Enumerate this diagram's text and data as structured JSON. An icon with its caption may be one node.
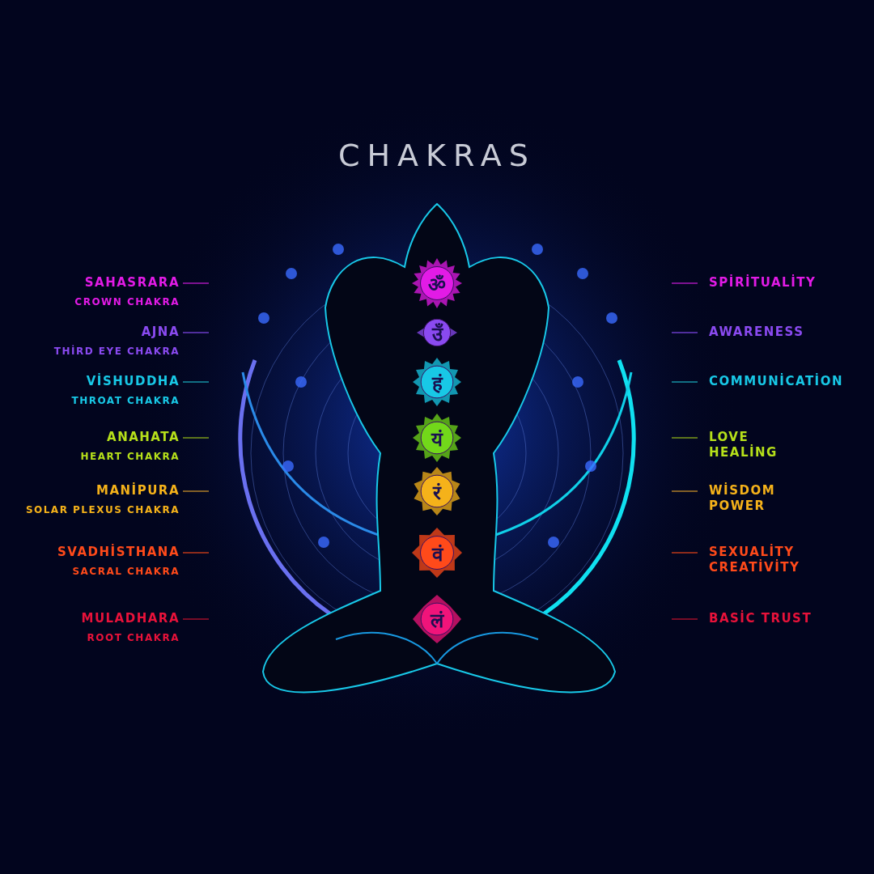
{
  "diagram": {
    "title": "CHAKRAS",
    "nodes": [
      {
        "text": [
          "ॐ"
        ]
      },
      {
        "text": [
          "उँ"
        ]
      },
      {
        "text": [
          "हं"
        ]
      },
      {
        "text": [
          "यं"
        ]
      },
      {
        "text": [
          "रं"
        ]
      },
      {
        "text": [
          "वं"
        ]
      },
      {
        "text": [
          "लं"
        ]
      },
      {
        "text": [
          "SAHASRARA",
          "CROWN CHAKRA"
        ]
      },
      {
        "text": [
          "AJNA",
          "THİRD EYE CHAKRA"
        ]
      },
      {
        "text": [
          "VİSHUDDHA",
          "THROAT CHAKRA"
        ]
      },
      {
        "text": [
          "ANAHATA",
          "HEART CHAKRA"
        ]
      },
      {
        "text": [
          "MANİPURA",
          "SOLAR PLEXUS CHAKRA"
        ]
      },
      {
        "text": [
          "SVADHİSTHANA",
          "SACRAL CHAKRA"
        ]
      },
      {
        "text": [
          "MULADHARA",
          "ROOT CHAKRA"
        ]
      },
      {
        "text": [
          "SPİRİTUALİTY"
        ]
      },
      {
        "text": [
          "AWARENESS"
        ]
      },
      {
        "text": [
          "COMMUNİCATİON"
        ]
      },
      {
        "text": [
          "LOVE",
          "HEALİNG"
        ]
      },
      {
        "text": [
          "WİSDOM",
          "POWER"
        ]
      },
      {
        "text": [
          "SEXUALİTY",
          "CREATİVİTY"
        ]
      },
      {
        "text": [
          "BASİC TRUST"
        ]
      }
    ],
    "edges": [
      {
        "from": 7,
        "to": null,
        "arrow": "none",
        "color": "#c21bd0"
      },
      {
        "from": 8,
        "to": null,
        "arrow": "none",
        "color": "#7a44e0"
      },
      {
        "from": 9,
        "to": null,
        "arrow": "none",
        "color": "#1aa8b8"
      },
      {
        "from": 10,
        "to": null,
        "arrow": "none",
        "color": "#8db01a"
      },
      {
        "from": 11,
        "to": null,
        "arrow": "none",
        "color": "#c8902a"
      },
      {
        "from": 12,
        "to": null,
        "arrow": "none",
        "color": "#d8401a"
      },
      {
        "from": 13,
        "to": null,
        "arrow": "none",
        "color": "#b8122e"
      },
      {
        "from": 14,
        "to": null,
        "arrow": "none",
        "color": "#c21bd0"
      },
      {
        "from": 15,
        "to": null,
        "arrow": "none",
        "color": "#7a44e0"
      },
      {
        "from": 16,
        "to": null,
        "arrow": "none",
        "color": "#1aa8b8"
      },
      {
        "from": 17,
        "to": null,
        "arrow": "none",
        "color": "#8db01a"
      },
      {
        "from": 18,
        "to": null,
        "arrow": "none",
        "color": "#c8902a"
      },
      {
        "from": 19,
        "to": null,
        "arrow": "none",
        "color": "#d8401a"
      },
      {
        "from": 20,
        "to": null,
        "arrow": "none",
        "color": "#b8122e"
      }
    ]
  }
}
